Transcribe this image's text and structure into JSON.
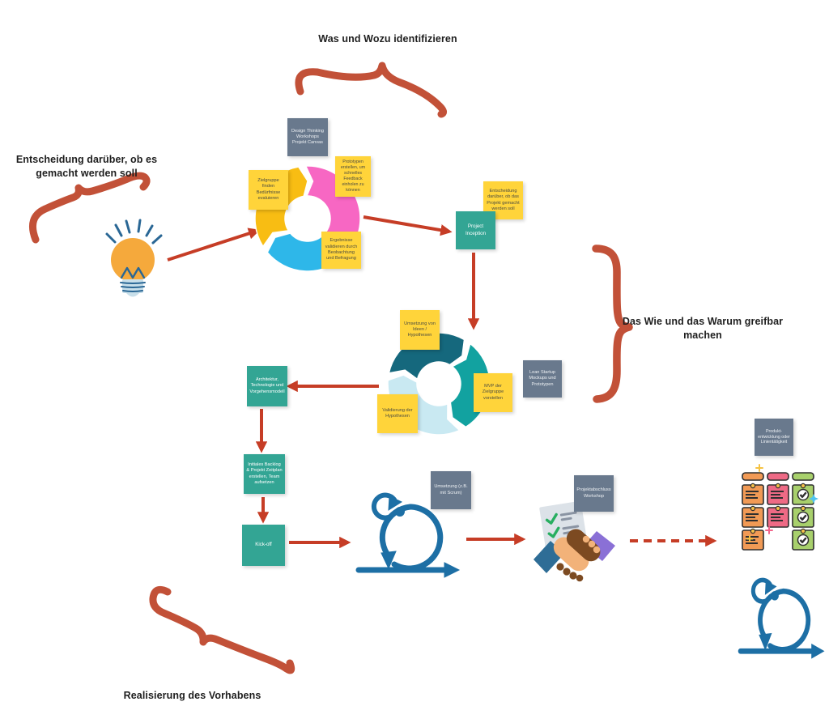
{
  "headings": {
    "top": "Was und Wozu identifizieren",
    "left": "Entscheidung darüber, ob es gemacht werden soll",
    "right": "Das Wie und das Warum greifbar machen",
    "bottom": "Realisierung des Vorhabens"
  },
  "notes": {
    "design_thinking": {
      "text": "Design Thinking Workshops Projekt Canvas",
      "color": "gray"
    },
    "zielgruppe": {
      "text": "Zielgruppe finden Bedürfnisse evaluieren",
      "color": "yellow"
    },
    "prototypen": {
      "text": "Prototypen erstellen, um schnelles Feedback einholen zu können",
      "color": "yellow"
    },
    "ergebnisse": {
      "text": "Ergebnisse validieren durch Beobachtung und Befragung",
      "color": "yellow"
    },
    "entscheidung_projekt": {
      "text": "Entscheidung darüber, ob das Projekt gemacht werden soll",
      "color": "yellow"
    },
    "project_inception": {
      "text": "Project Inception",
      "color": "teal"
    },
    "umsetzung_ideen": {
      "text": "Umsetzung von Ideen / Hypothesen",
      "color": "yellow"
    },
    "lean_startup": {
      "text": "Lean Startup Mockups und Prototypen",
      "color": "gray"
    },
    "mvp": {
      "text": "MVP der Zielgruppe vorstellen",
      "color": "yellow"
    },
    "validierung": {
      "text": "Validierung der Hypothesen",
      "color": "yellow"
    },
    "architektur": {
      "text": "Architektur, Technologie und Vorgehensmodell",
      "color": "teal"
    },
    "backlog": {
      "text": "Initiales Backlog & Projekt Zeitplan erstellen, Team aufsetzen",
      "color": "teal"
    },
    "kickoff": {
      "text": "Kick-off",
      "color": "teal"
    },
    "umsetzung_scrum": {
      "text": "Umsetzung (z.B. mit Scrum)",
      "color": "gray"
    },
    "abschluss": {
      "text": "Projektabschluss Workshop",
      "color": "gray"
    },
    "produkt": {
      "text": "Produkt- entwicklung oder Linientätigkeit",
      "color": "gray"
    }
  },
  "cycles": {
    "design_thinking": {
      "type": "cycle-donut",
      "segments": [
        {
          "name": "ideate",
          "color": "#F8BD13",
          "start": 238,
          "end": 350
        },
        {
          "name": "prototype",
          "color": "#F767C3",
          "start": 358,
          "end": 128
        },
        {
          "name": "validate",
          "color": "#2EB7E9",
          "start": 136,
          "end": 230
        }
      ]
    },
    "lean_startup": {
      "type": "cycle-donut",
      "segments": [
        {
          "name": "build",
          "color": "#15687D",
          "start": 282,
          "end": 390
        },
        {
          "name": "measure",
          "color": "#12A2A0",
          "start": 38,
          "end": 148
        },
        {
          "name": "learn",
          "color": "#C9E9F2",
          "start": 156,
          "end": 274
        }
      ]
    }
  },
  "colors": {
    "arrow_red": "#C63D26",
    "brace_red": "#C25138",
    "note_yellow": "#FFD43A",
    "note_teal": "#33A594",
    "note_gray": "#69798D",
    "loop_blue": "#1D6FA5",
    "bulb_orange": "#F5A93C",
    "bulb_blue": "#2A6795",
    "doc_gray": "#DCE2E8",
    "check_green": "#27AE60",
    "hand_light": "#F2B279",
    "hand_dark": "#7C4A21",
    "sleeve_blue": "#2E6D96",
    "sleeve_purple": "#8A70D6",
    "kanban_orange": "#F19A55",
    "kanban_pink": "#EE6A85",
    "kanban_green": "#A8D06C"
  }
}
